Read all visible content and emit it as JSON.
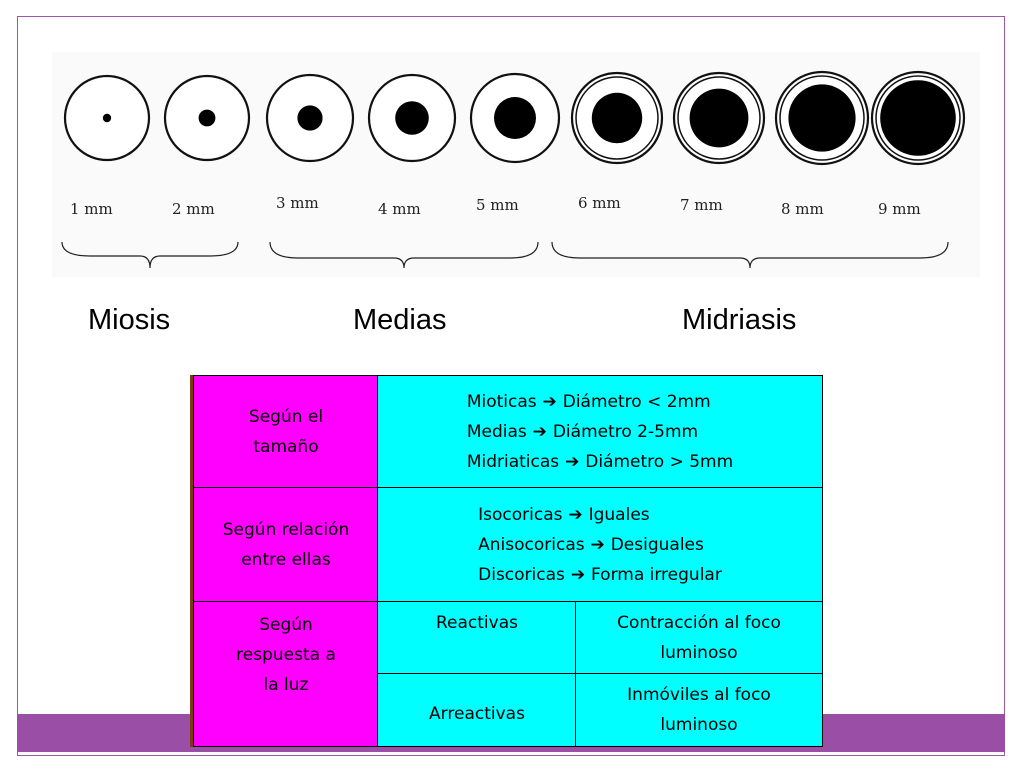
{
  "pupils": [
    {
      "label": "1 mm",
      "pupil_mm": 1
    },
    {
      "label": "2 mm",
      "pupil_mm": 2
    },
    {
      "label": "3 mm",
      "pupil_mm": 3
    },
    {
      "label": "4 mm",
      "pupil_mm": 4
    },
    {
      "label": "5 mm",
      "pupil_mm": 5
    },
    {
      "label": "6 mm",
      "pupil_mm": 6
    },
    {
      "label": "7 mm",
      "pupil_mm": 7
    },
    {
      "label": "8 mm",
      "pupil_mm": 8
    },
    {
      "label": "9 mm",
      "pupil_mm": 9
    }
  ],
  "groups": {
    "miosis": "Miosis",
    "medias": "Medias",
    "midriasis": "Midriasis"
  },
  "table": {
    "row1": {
      "category": "Según el tamaño",
      "lines": [
        {
          "term": "Mioticas",
          "desc": "Diámetro < 2mm"
        },
        {
          "term": "Medias",
          "desc": "Diámetro 2-5mm"
        },
        {
          "term": "Midriaticas",
          "desc": "Diámetro > 5mm"
        }
      ]
    },
    "row2": {
      "category": "Según relación entre ellas",
      "lines": [
        {
          "term": "Isocoricas",
          "desc": "Iguales"
        },
        {
          "term": "Anisocoricas",
          "desc": "Desiguales"
        },
        {
          "term": "Discoricas",
          "desc": "Forma irregular"
        }
      ]
    },
    "row3": {
      "category": "Según respuesta a la luz",
      "reactivas": "Reactivas",
      "reactivas_desc": "Contracción al foco luminoso",
      "arreactivas": "Arreactivas",
      "arreactivas_desc": "Inmóviles al foco luminoso"
    }
  },
  "arrow_symbol": "➔",
  "colors": {
    "category": "#ff00ff",
    "value": "#00ffff",
    "accent": "#9b4ea6"
  }
}
